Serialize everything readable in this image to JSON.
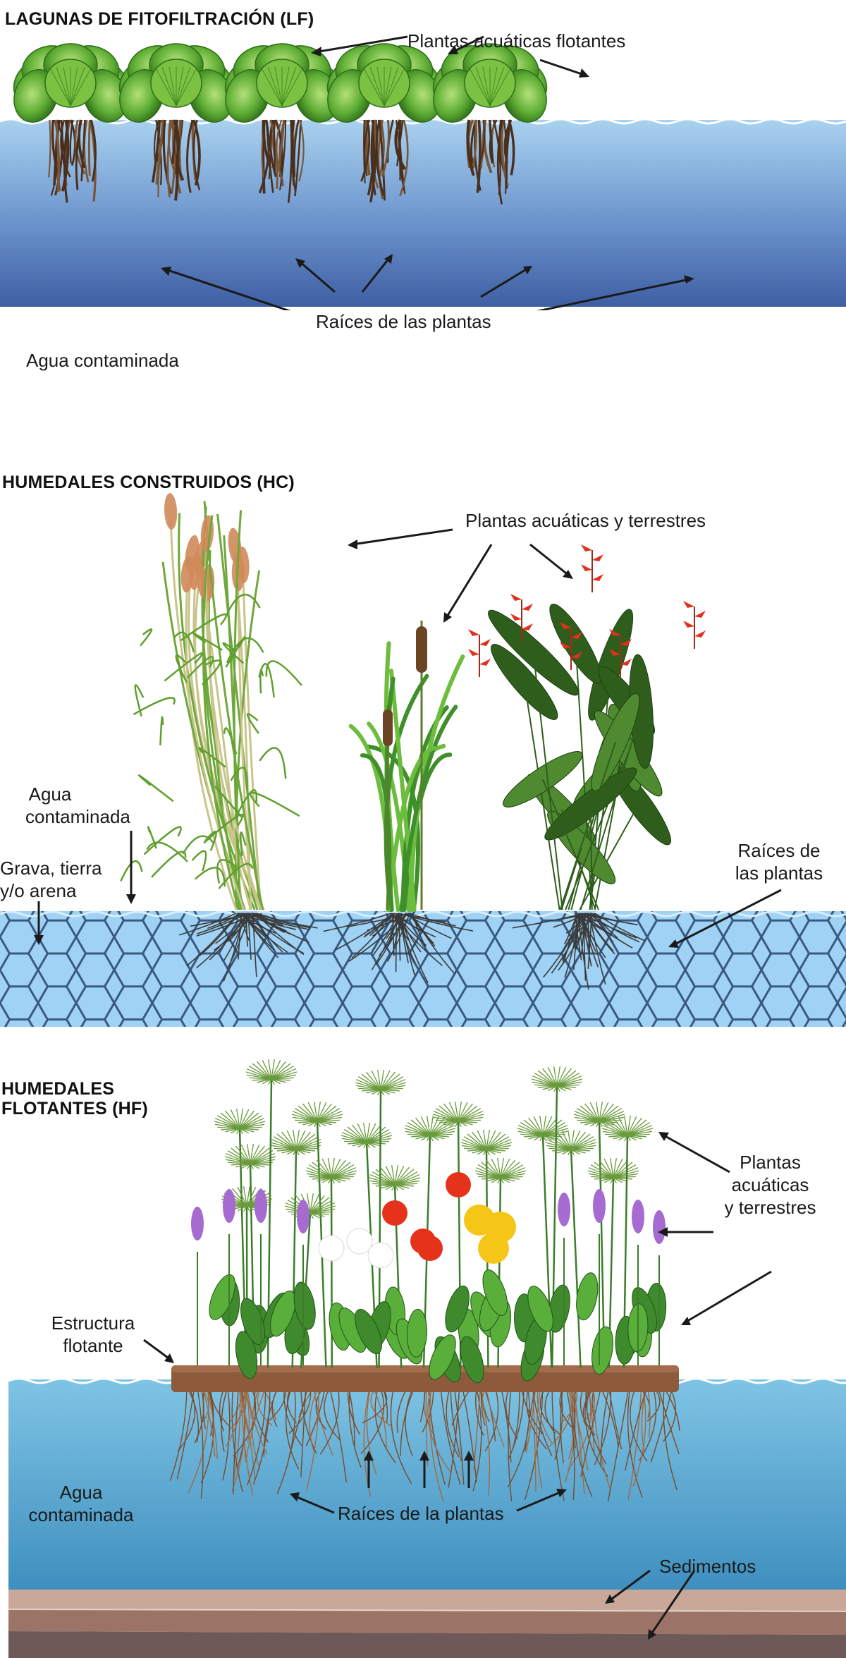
{
  "lf": {
    "title": "LAGUNAS DE FITOFILTRACIÓN (LF)",
    "label_floating": "Plantas acuáticas flotantes",
    "label_roots": "Raíces de las plantas",
    "label_water": "Agua contaminada"
  },
  "hc": {
    "title": "HUMEDALES CONSTRUIDOS (HC)",
    "label_plants": "Plantas acuáticas y terrestres",
    "label_water_1": "Agua",
    "label_water_2": "contaminada",
    "label_gravel_1": "Grava, tierra",
    "label_gravel_2": "y/o arena",
    "label_roots_1": "Raíces de",
    "label_roots_2": "las plantas"
  },
  "hf": {
    "title_1": "HUMEDALES",
    "title_2": "FLOTANTES (HF)",
    "label_plants_1": "Plantas",
    "label_plants_2": "acuáticas",
    "label_plants_3": "y terrestres",
    "label_structure_1": "Estructura",
    "label_structure_2": "flotante",
    "label_water_1": "Agua",
    "label_water_2": "contaminada",
    "label_roots": "Raíces de la plantas",
    "label_sediments": "Sedimentos"
  },
  "colors": {
    "water_top": "#a9d2f0",
    "water_bottom": "#3f63a8",
    "gravel": "#9fd2f5",
    "gravel_lines": "#2e4c70",
    "hf_water_top": "#7fc4e4",
    "hf_water_bottom": "#3f8fbf",
    "floating_structure": "#8e5a3c",
    "sediment_light": "#c9a89a",
    "sediment_mid": "#9c7467",
    "sediment_dark": "#6d5a58",
    "leaf_green": "#4f9a2c",
    "root_brown": "#5a3a22"
  }
}
